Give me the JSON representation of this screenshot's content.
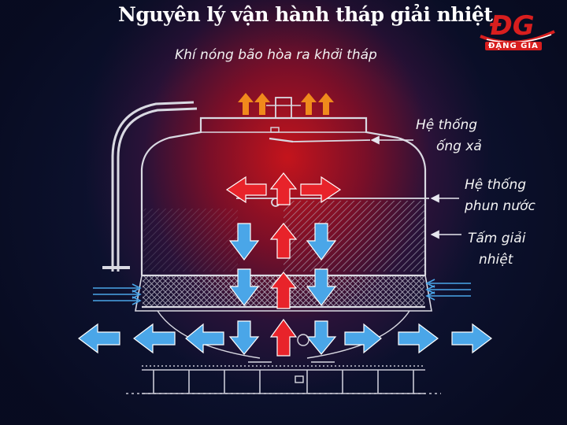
{
  "title": "Nguyên lý vận hành tháp giải nhiệt",
  "subtitle": "Khí nóng bão hòa ra khởi tháp",
  "labels": {
    "outlet_line1": "Hệ thống",
    "outlet_line2": "ống xả",
    "spray_line1": "Hệ thống",
    "spray_line2": "phun nước",
    "fill_line1": "Tấm giải",
    "fill_line2": "nhiệt"
  },
  "logo": {
    "mark": "ĐG",
    "text": "ĐẶNG GIA",
    "color": "#d81e1e"
  },
  "colors": {
    "hot": "#e8232a",
    "cold": "#4aa6e8",
    "exhaust": "#f08a1c",
    "outline": "#d9d9e2"
  }
}
